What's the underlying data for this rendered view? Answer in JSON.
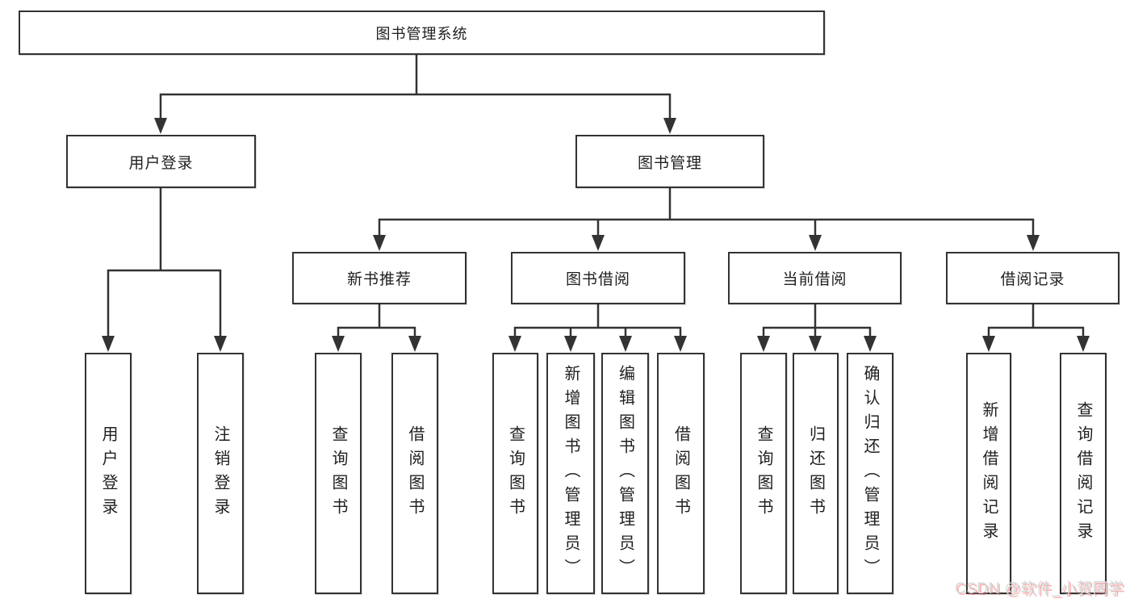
{
  "diagram": {
    "root": "图书管理系统",
    "level2": [
      "用户登录",
      "图书管理"
    ],
    "level3": [
      "新书推荐",
      "图书借阅",
      "当前借阅",
      "借阅记录"
    ],
    "leaves": [
      "用户登录",
      "注销登录",
      "查询图书",
      "借阅图书",
      "查询图书",
      "新增图书（管理员）",
      "编辑图书（管理员）",
      "借阅图书",
      "查询图书",
      "归还图书",
      "确认归还（管理员）",
      "新增借阅记录",
      "查询借阅记录"
    ]
  },
  "watermark": "CSDN @软件_小贺同学",
  "colors": {
    "line": "#333333",
    "text": "#1f1f1f",
    "box_background": "#ffffff",
    "watermark_text": "#d6d6d6",
    "watermark_shadow": "#f47070"
  }
}
